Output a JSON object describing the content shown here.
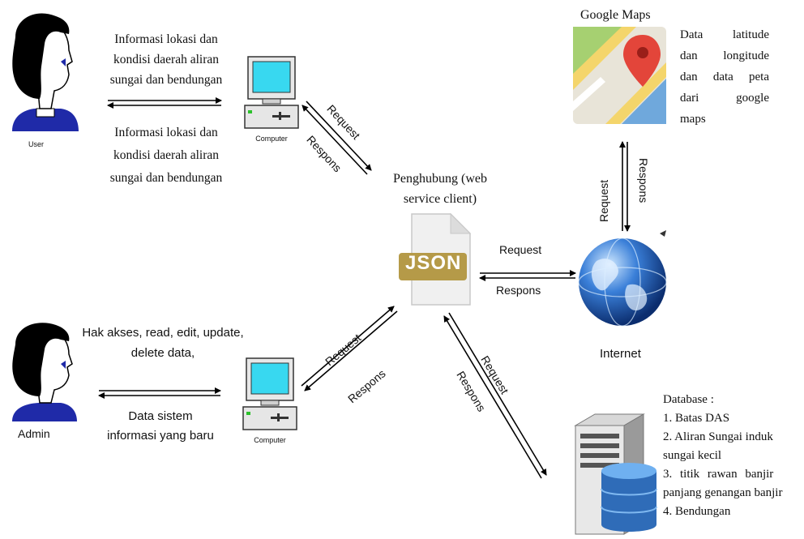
{
  "user": {
    "label": "User",
    "message_line1": "Informasi lokasi dan",
    "message_line2": "kondisi daerah aliran",
    "message_line3": "sungai dan bendungan",
    "reply_line1": "Informasi lokasi dan",
    "reply_line2": "kondisi daerah aliran",
    "reply_line3": "sungai dan bendungan"
  },
  "admin": {
    "label": "Admin",
    "message_line1": "Hak akses, read, edit, update,",
    "message_line2": "delete data,",
    "reply_line1": "Data sistem",
    "reply_line2": "informasi yang baru"
  },
  "computer_label": "Computer",
  "hub": {
    "title_line1": "Penghubung (web",
    "title_line2": "service client)",
    "json_text": "JSON"
  },
  "google_maps": {
    "title": "Google Maps",
    "desc_line1": "Data latitude",
    "desc_line2": "dan longitude",
    "desc_line3": "dan data peta",
    "desc_line4": "dari google",
    "desc_line5": "maps"
  },
  "internet_label": "Internet",
  "database": {
    "title": "Database :",
    "item1": "1. Batas DAS",
    "item2a": "2. Aliran Sungai induk",
    "item2b": "sungai kecil",
    "item3a": "3. titik rawan banjir",
    "item3b": "panjang genangan banjir",
    "item4": "4. Bendungan"
  },
  "flow": {
    "request": "Request",
    "respons": "Respons"
  }
}
